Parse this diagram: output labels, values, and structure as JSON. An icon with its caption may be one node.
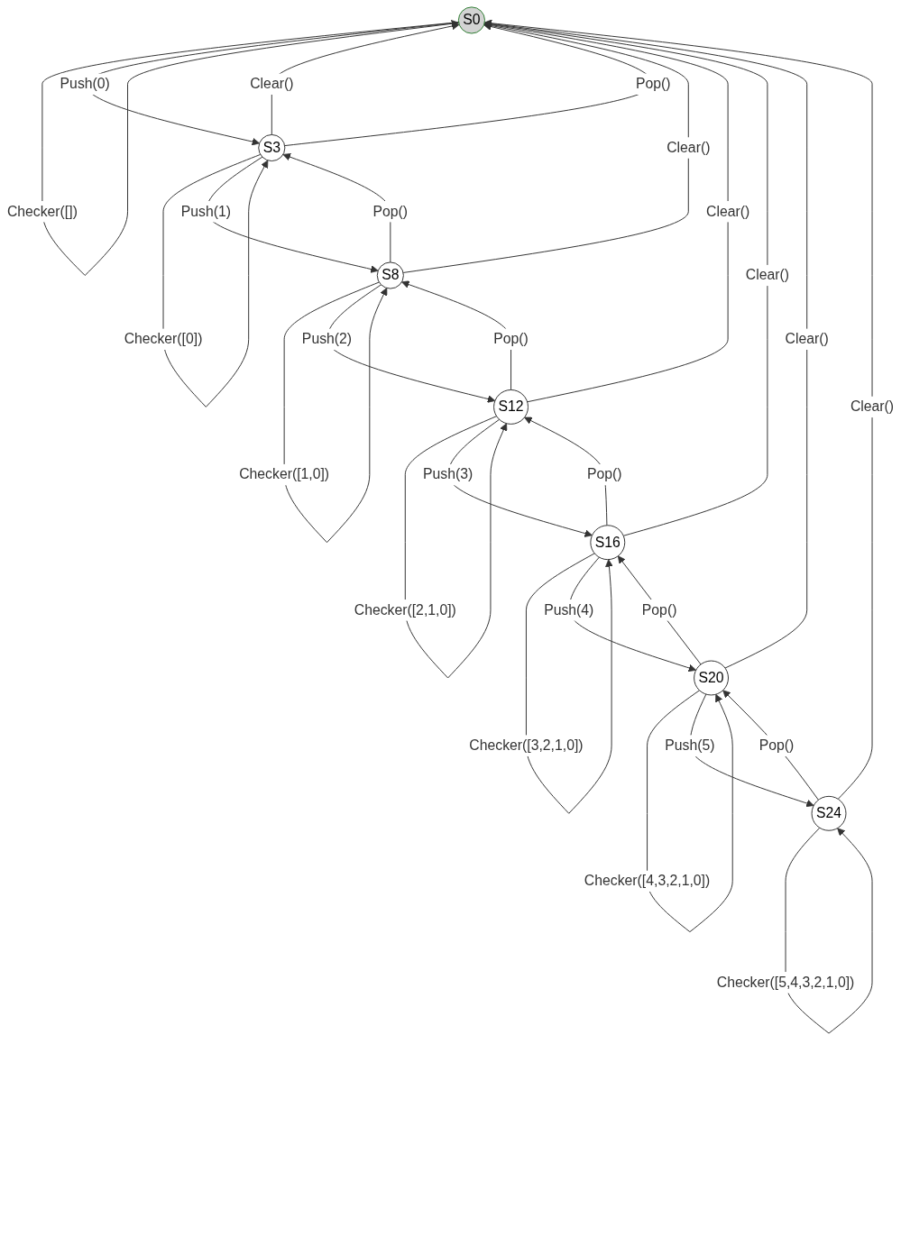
{
  "diagram": {
    "nodes": [
      {
        "text": [
          "S0"
        ]
      },
      {
        "text": [
          "S3"
        ]
      },
      {
        "text": [
          "S8"
        ]
      },
      {
        "text": [
          "S12"
        ]
      },
      {
        "text": [
          "S16"
        ]
      },
      {
        "text": [
          "S20"
        ]
      },
      {
        "text": [
          "S24"
        ]
      }
    ],
    "edges": [
      {
        "from": 0,
        "to": 0,
        "arrow": "to",
        "label": "Checker([])"
      },
      {
        "from": 0,
        "to": 1,
        "arrow": "to",
        "label": "Push(0)"
      },
      {
        "from": 1,
        "to": 0,
        "arrow": "to",
        "label": "Clear()"
      },
      {
        "from": 1,
        "to": 0,
        "arrow": "to",
        "label": "Pop()"
      },
      {
        "from": 1,
        "to": 1,
        "arrow": "to",
        "label": "Checker([0])"
      },
      {
        "from": 1,
        "to": 2,
        "arrow": "to",
        "label": "Push(1)"
      },
      {
        "from": 2,
        "to": 1,
        "arrow": "to",
        "label": "Pop()"
      },
      {
        "from": 2,
        "to": 0,
        "arrow": "to",
        "label": "Clear()"
      },
      {
        "from": 2,
        "to": 2,
        "arrow": "to",
        "label": "Checker([1,0])"
      },
      {
        "from": 2,
        "to": 3,
        "arrow": "to",
        "label": "Push(2)"
      },
      {
        "from": 3,
        "to": 2,
        "arrow": "to",
        "label": "Pop()"
      },
      {
        "from": 3,
        "to": 0,
        "arrow": "to",
        "label": "Clear()"
      },
      {
        "from": 3,
        "to": 3,
        "arrow": "to",
        "label": "Checker([2,1,0])"
      },
      {
        "from": 3,
        "to": 4,
        "arrow": "to",
        "label": "Push(3)"
      },
      {
        "from": 4,
        "to": 3,
        "arrow": "to",
        "label": "Pop()"
      },
      {
        "from": 4,
        "to": 0,
        "arrow": "to",
        "label": "Clear()"
      },
      {
        "from": 4,
        "to": 4,
        "arrow": "to",
        "label": "Checker([3,2,1,0])"
      },
      {
        "from": 4,
        "to": 5,
        "arrow": "to",
        "label": "Push(4)"
      },
      {
        "from": 5,
        "to": 4,
        "arrow": "to",
        "label": "Pop()"
      },
      {
        "from": 5,
        "to": 0,
        "arrow": "to",
        "label": "Clear()"
      },
      {
        "from": 5,
        "to": 5,
        "arrow": "to",
        "label": "Checker([4,3,2,1,0])"
      },
      {
        "from": 5,
        "to": 6,
        "arrow": "to",
        "label": "Push(5)"
      },
      {
        "from": 6,
        "to": 5,
        "arrow": "to",
        "label": "Pop()"
      },
      {
        "from": 6,
        "to": 0,
        "arrow": "to",
        "label": "Clear()"
      },
      {
        "from": 6,
        "to": 6,
        "arrow": "to",
        "label": "Checker([5,4,3,2,1,0])"
      }
    ]
  }
}
